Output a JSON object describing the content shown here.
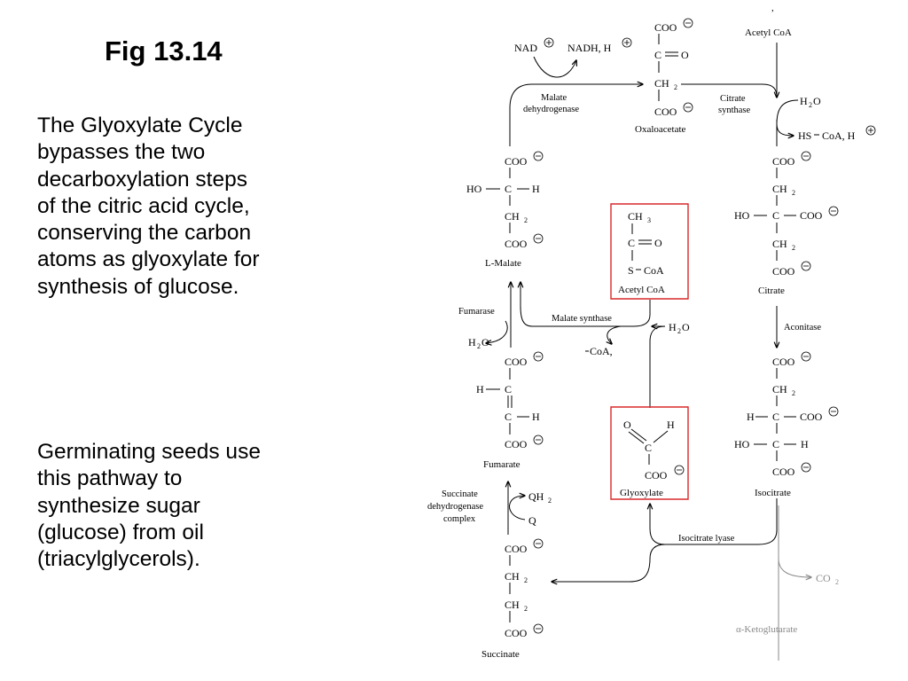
{
  "title": "Fig 13.14",
  "paragraph1_lines": [
    "The Glyoxylate Cycle",
    "bypasses the two",
    "decarboxylation steps",
    "of the citric acid cycle,",
    "conserving the carbon",
    "atoms as glyoxylate for",
    "synthesis of glucose."
  ],
  "paragraph2_lines": [
    "Germinating seeds use",
    "this pathway to",
    "synthesize sugar",
    "(glucose) from oil",
    "(triacylglycerols)."
  ],
  "diagram": {
    "highlight_color": "#d9282b",
    "faded_color": "#8a8a8a",
    "coo": "COO",
    "ch2": "CH",
    "ch3": "CH",
    "c": "C",
    "h": "H",
    "o": "O",
    "ho": "HO",
    "sub2": "2",
    "sub3": "3",
    "cof_a": "S",
    "co_a": "CoA",
    "nad": "NAD",
    "nadh": "NADH, H",
    "h2o": "H",
    "h2o_o": "O",
    "hs_coa": "HS",
    "hs_coa_rest": "CoA, H",
    "coa_leaving": "CoA,",
    "qh2": "QH",
    "q": "Q",
    "co2": "CO",
    "names": {
      "oxaloacetate": "Oxaloacetate",
      "acetyl_coa_top": "Acetyl CoA",
      "citrate": "Citrate",
      "isocitrate": "Isocitrate",
      "malate": "L-Malate",
      "fumarate": "Fumarate",
      "succinate": "Succinate",
      "acetyl_coa_box": "Acetyl CoA",
      "glyoxylate": "Glyoxylate",
      "alpha_ketoglutarate": "α-Ketoglutarate"
    },
    "enzymes": {
      "malate_dehydrogenase_1": "Malate",
      "malate_dehydrogenase_2": "dehydrogenase",
      "citrate_synthase_1": "Citrate",
      "citrate_synthase_2": "synthase",
      "aconitase": "Aconitase",
      "isocitrate_lyase": "Isocitrate lyase",
      "malate_synthase": "Malate synthase",
      "fumarase": "Fumarase",
      "succinate_dh_1": "Succinate",
      "succinate_dh_2": "dehydrogenase",
      "succinate_dh_3": "complex"
    }
  }
}
